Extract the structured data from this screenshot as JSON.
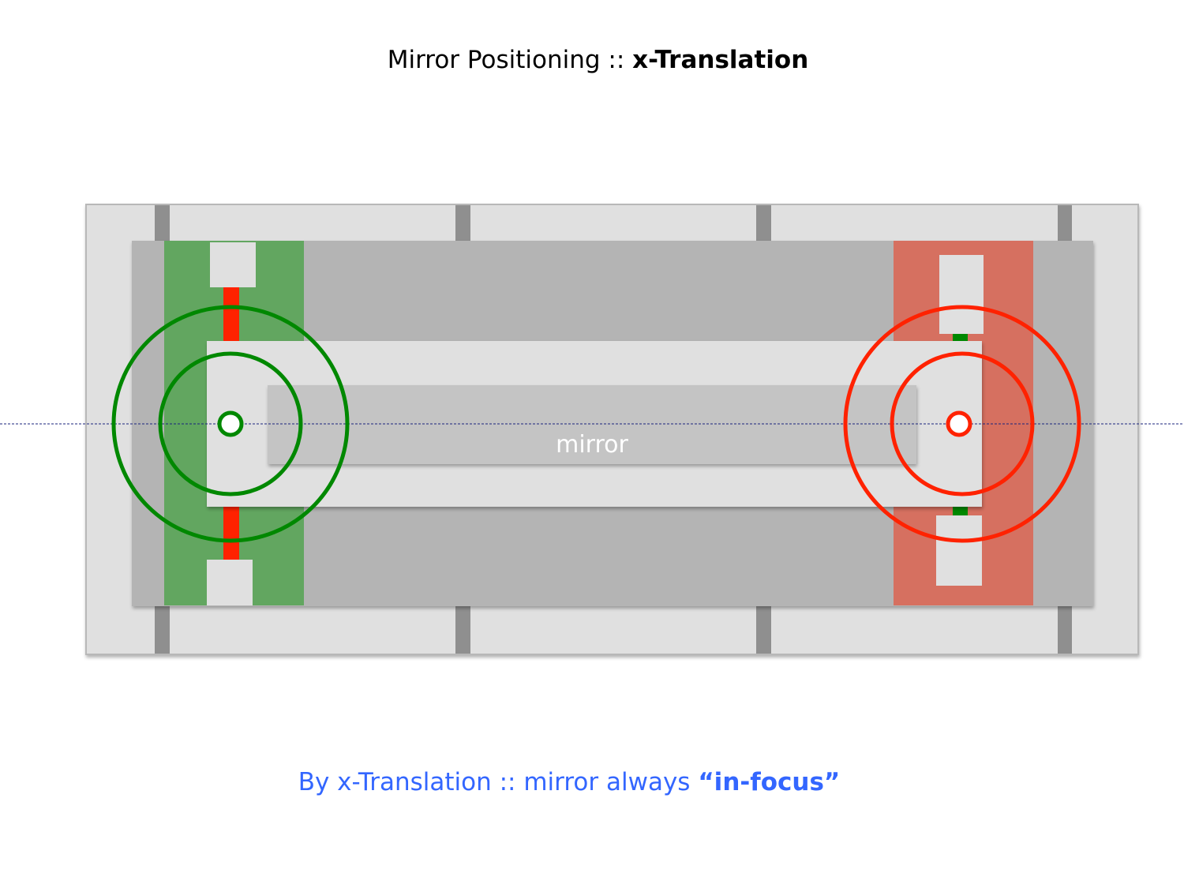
{
  "title": {
    "prefix": "Mirror Positioning :: ",
    "emphasis": "x-Translation"
  },
  "mirror_label": "mirror",
  "caption": {
    "prefix": "By  x-Translation :: mirror always ",
    "emphasis": "“in-focus”"
  },
  "colors": {
    "frame": "#e0e0e0",
    "plate": "#b4b4b4",
    "post": "#8f8f8f",
    "green_band": "#62a660",
    "red_band": "#d67060",
    "green": "#008800",
    "red": "#ff2200",
    "mirror": "#c4c4c4",
    "caption": "#3366ff",
    "axis_line": "#1a237e"
  }
}
